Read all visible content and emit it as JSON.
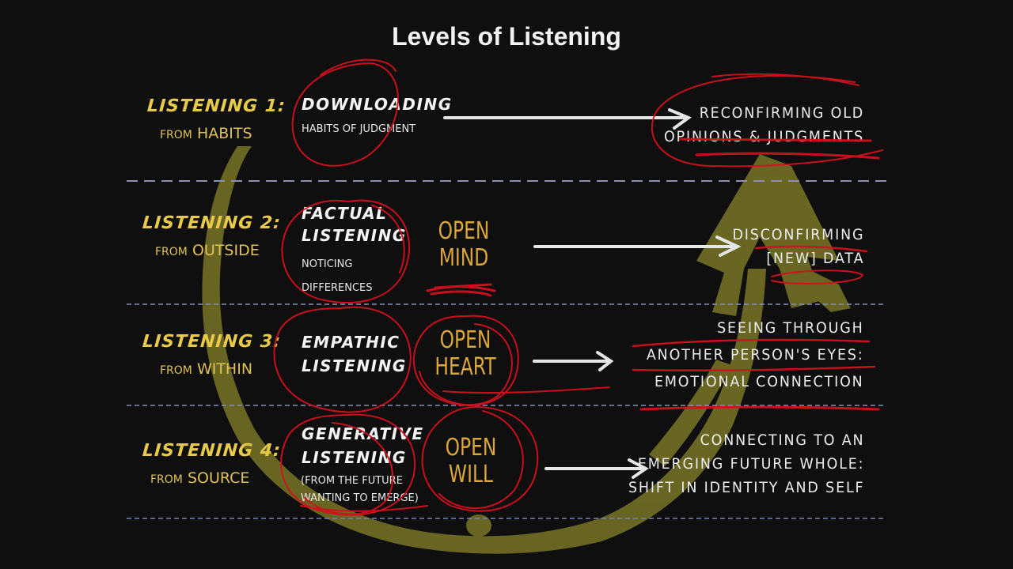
{
  "title": "Levels of Listening",
  "colors": {
    "background": "#0f0f0f",
    "level_text": "#e8c94a",
    "open_text": "#dba63a",
    "swoosh": "#6e6a24",
    "red_marks": "#d4101e",
    "divider": "#8c8fb0",
    "arrows": "#e6e6e6",
    "white_text": "#f4f4f4"
  },
  "levels": [
    {
      "label": "LISTENING 1:",
      "source_prefix": "FROM",
      "source": "HABITS",
      "mode": "DOWNLOADING",
      "mode_sub": [
        "HABITS OF JUDGMENT"
      ],
      "open": [],
      "outcome": [
        "RECONFIRMING OLD",
        "OPINIONS & JUDGMENTS"
      ]
    },
    {
      "label": "LISTENING 2:",
      "source_prefix": "FROM",
      "source": "OUTSIDE",
      "mode": "FACTUAL LISTENING",
      "mode_lines": [
        "FACTUAL",
        "LISTENING"
      ],
      "mode_sub": [
        "NOTICING",
        "DIFFERENCES"
      ],
      "open": [
        "OPEN",
        "MIND"
      ],
      "outcome": [
        "DISCONFIRMING",
        "[NEW] DATA"
      ]
    },
    {
      "label": "LISTENING 3:",
      "source_prefix": "FROM",
      "source": "WITHIN",
      "mode": "EMPATHIC LISTENING",
      "mode_lines": [
        "EMPATHIC",
        "LISTENING"
      ],
      "mode_sub": [],
      "open": [
        "OPEN",
        "HEART"
      ],
      "outcome": [
        "SEEING THROUGH",
        "ANOTHER PERSON'S EYES:",
        "EMOTIONAL CONNECTION"
      ]
    },
    {
      "label": "LISTENING 4:",
      "source_prefix": "FROM",
      "source": "SOURCE",
      "mode": "GENERATIVE LISTENING",
      "mode_lines": [
        "GENERATIVE",
        "LISTENING"
      ],
      "mode_sub": [
        "(FROM THE FUTURE",
        "WANTING TO EMERGE)"
      ],
      "open": [
        "OPEN",
        "WILL"
      ],
      "outcome": [
        "CONNECTING TO AN",
        "EMERGING FUTURE WHOLE:",
        "SHIFT IN IDENTITY AND SELF"
      ]
    }
  ]
}
